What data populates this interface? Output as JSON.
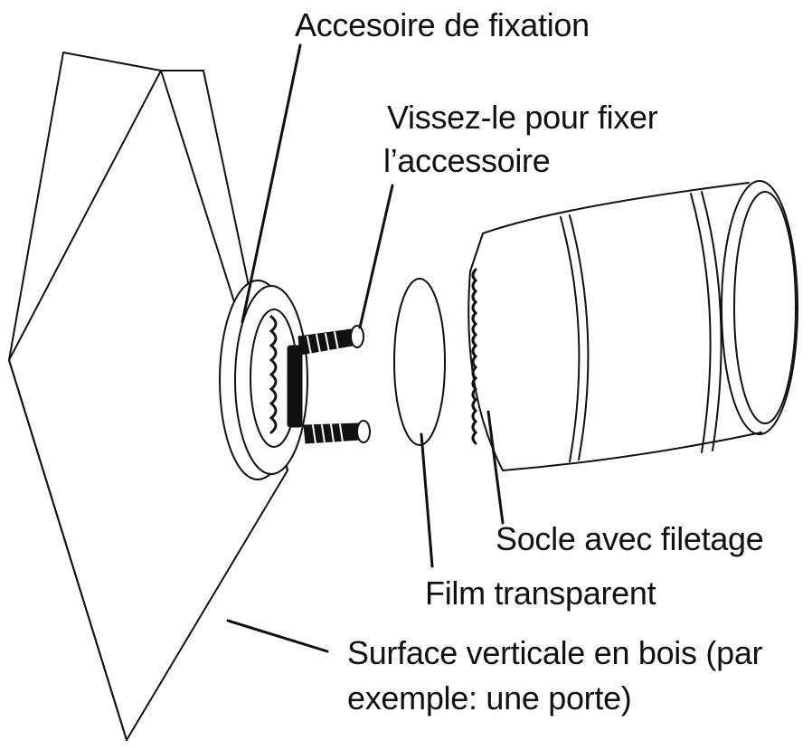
{
  "labels": {
    "mount": "Accesoire de fixation",
    "screw_line1": "Vissez-le pour fixer",
    "screw_line2": "l’accessoire",
    "base": "Socle avec filetage",
    "film": "Film transparent",
    "surface_line1": "Surface verticale en bois (par",
    "surface_line2": "exemple: une porte)"
  }
}
